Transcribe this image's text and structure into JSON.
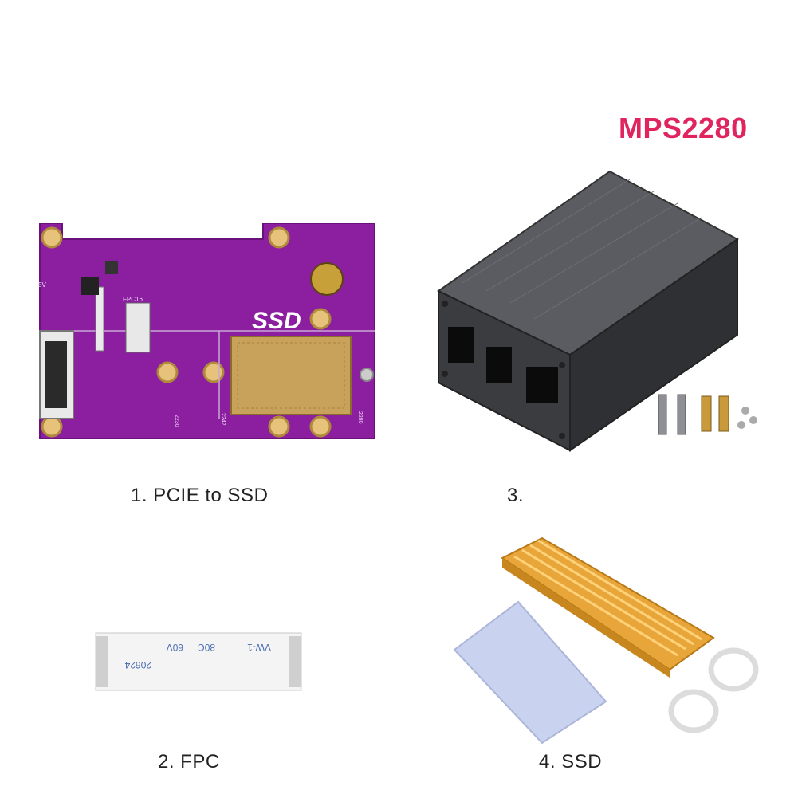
{
  "brand": {
    "model": "MPS2280",
    "color": "#e0245e"
  },
  "items": [
    {
      "caption": "1. PCIE to SSD",
      "pcb_label": "SSD",
      "silkscreen": [
        "FPC16",
        "2230",
        "2242",
        "2280",
        "5V"
      ]
    },
    {
      "caption": "2. FPC",
      "cable_print": [
        "VW-1",
        "80C",
        "60V",
        "20624"
      ]
    },
    {
      "caption": "3."
    },
    {
      "caption": "4. SSD"
    }
  ],
  "colors": {
    "pcb": "#8b1fa0",
    "case": "#3e4044",
    "heatsink": "#e8a53a",
    "thermal_pad": "#c9d3ef"
  }
}
